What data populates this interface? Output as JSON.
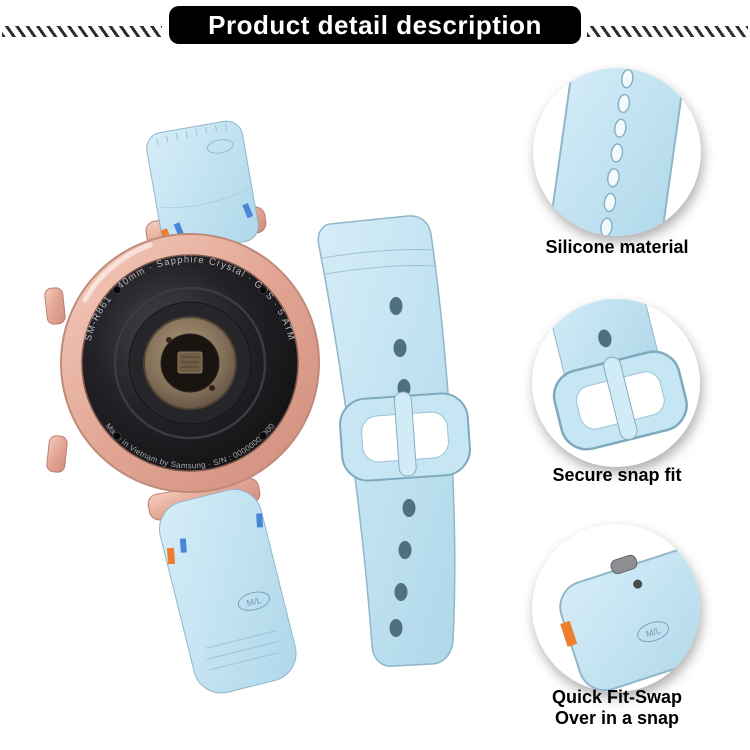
{
  "header": {
    "title": "Product detail description"
  },
  "features": [
    {
      "label": "Silicone material"
    },
    {
      "label": "Secure snap fit"
    },
    {
      "label": "Quick Fit-Swap",
      "label_line2": "Over in a snap"
    }
  ],
  "watch": {
    "engraving_top": "SM-R861 · 40mm · Sapphire Crystal · GPS · 5 ATM",
    "engraving_bottom": "Made in Vietnam by Samsung · S/N : 00000000000",
    "size_marking": "M/L"
  },
  "colors": {
    "strap_blue": "#bfe2f1",
    "case_rose_gold": "#e2a593",
    "accent_orange": "#ee7e2e",
    "accent_blue": "#4a86d8",
    "title_background": "#000000",
    "title_text": "#ffffff"
  }
}
